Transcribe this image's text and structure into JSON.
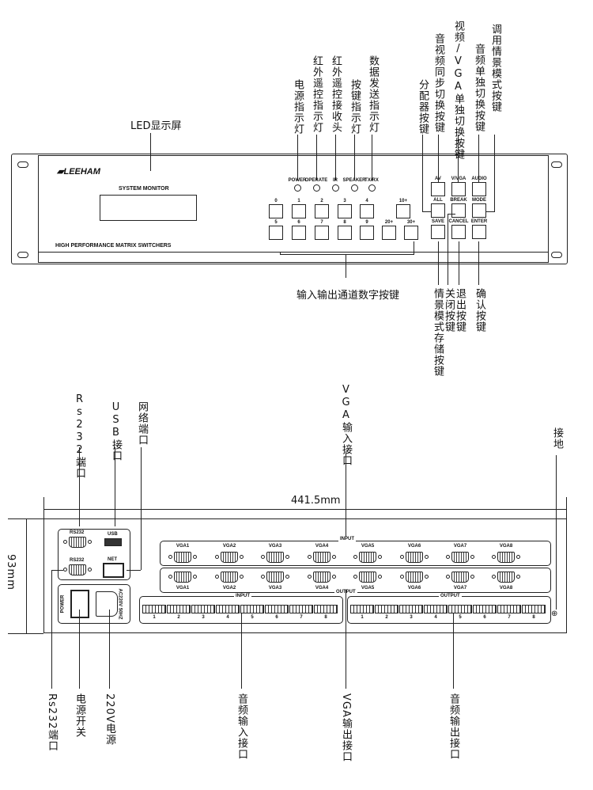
{
  "front": {
    "led_screen_label": "LED显示屏",
    "top_labels": [
      "电源指示灯",
      "红外遥控指示灯",
      "红外遥控接收头",
      "按键指示灯",
      "数据发送指示灯",
      "分配器按键",
      "音视频同步切换按键",
      "视频/VGA单独切换按键",
      "音频单独切换按键",
      "调用情景模式按键"
    ],
    "bottom_labels": {
      "number_keys": "输入输出通道数字按键",
      "save": "情景模式存储按键",
      "break": "关闭按键",
      "cancel": "退出按键",
      "enter": "确认按键"
    },
    "brand": "LEEHAM",
    "system_monitor": "SYSTEM MONITOR",
    "model_text": "HIGH PERFORMANCE MATRIX SWITCHERS",
    "indicators": [
      "POWER",
      "OPERATE",
      "IR",
      "SPEAKER",
      "TX/RX"
    ],
    "keys_row1": [
      "0",
      "1",
      "2",
      "3",
      "4"
    ],
    "keys_row2": [
      "5",
      "6",
      "7",
      "8",
      "9"
    ],
    "key_10": "10+",
    "key_20": "20+",
    "key_30": "30+",
    "func_keys": [
      "AV",
      "V/VGA",
      "AUDIO",
      "ALL",
      "BREAK",
      "MODE",
      "SAVE",
      "CANCEL",
      "ENTER"
    ]
  },
  "rear": {
    "top_labels": {
      "rs232": "Rs232端口",
      "usb": "USB接口",
      "net": "网络端口",
      "vga_in": "VGA输入接口",
      "ground": "接地"
    },
    "width_dim": "441.5mm",
    "height_dim": "93mm",
    "bottom_labels": {
      "rs232": "Rs232端口",
      "power_switch": "电源开关",
      "power_220": "220V电源",
      "audio_in": "音频输入接口",
      "vga_out": "VGA输出接口",
      "audio_out": "音频输出接口"
    },
    "port_labels": {
      "rs232_a": "RS232",
      "rs232_b": "RS232",
      "usb": "USB",
      "net": "NET",
      "power": "POWER",
      "ac": "AC220V 50HZ",
      "input": "INPUT",
      "output": "OUTPUT",
      "audio_input": "INPUT",
      "audio_output": "OUTPUT"
    },
    "vga_ports": [
      "VGA1",
      "VGA2",
      "VGA3",
      "VGA4",
      "VGA5",
      "VGA6",
      "VGA7",
      "VGA8"
    ],
    "audio_channels": [
      "1",
      "2",
      "3",
      "4",
      "5",
      "6",
      "7",
      "8"
    ]
  }
}
